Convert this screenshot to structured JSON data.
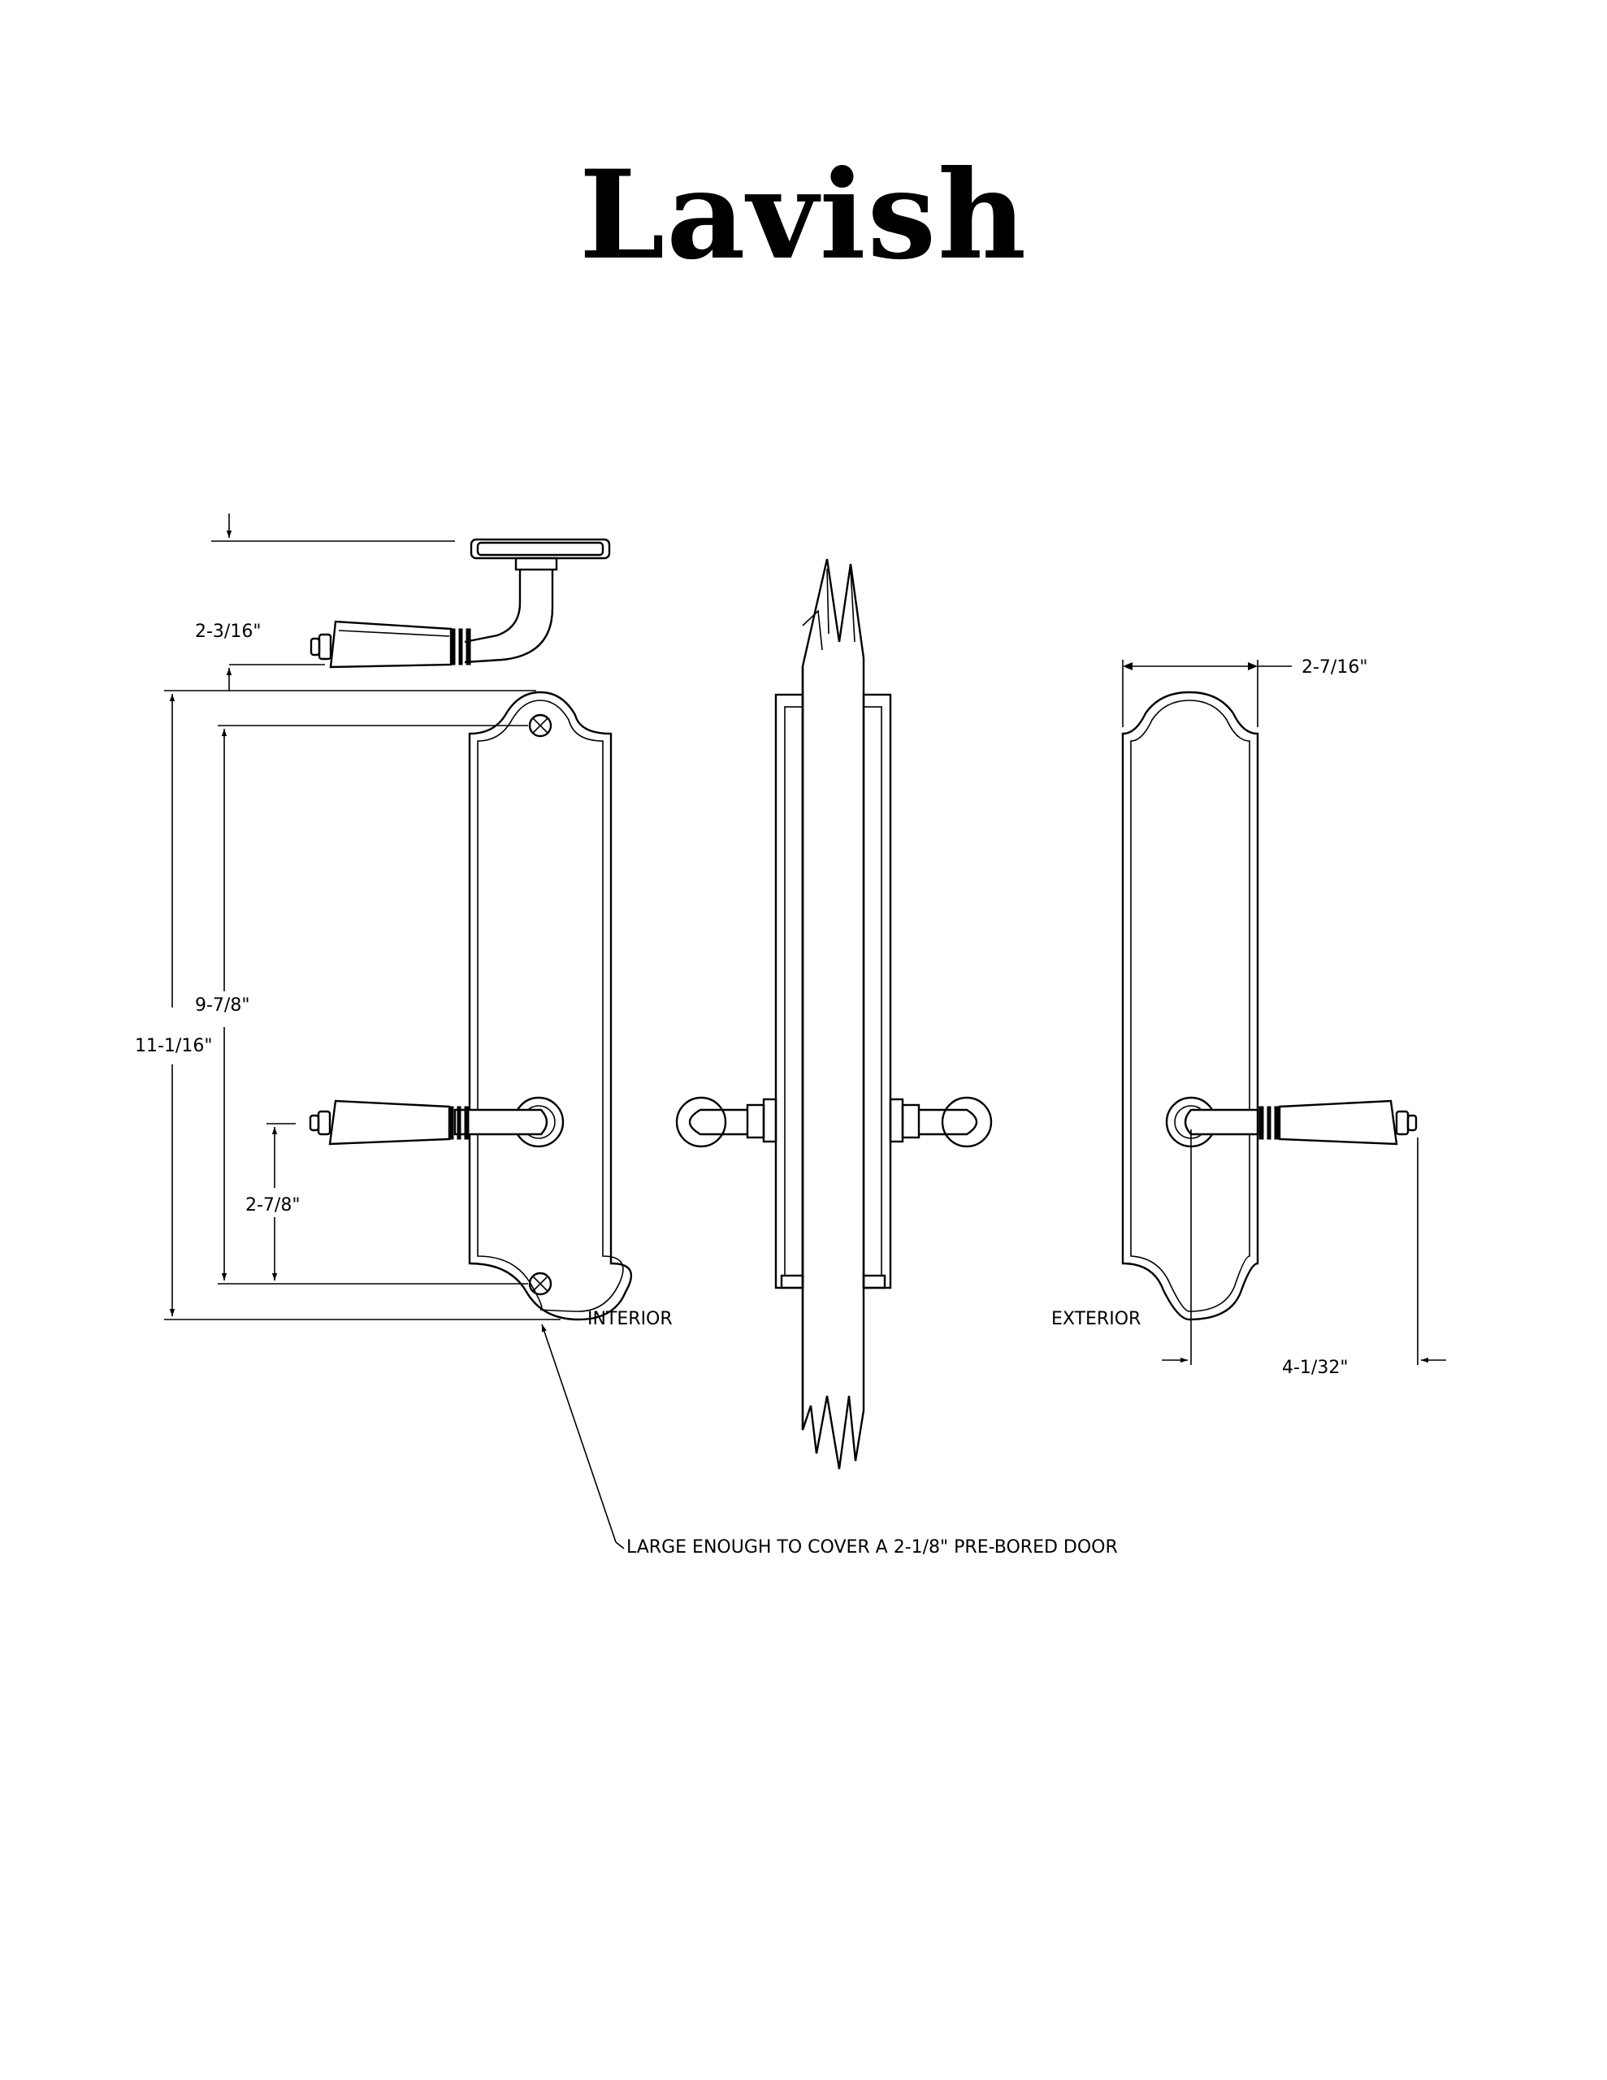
{
  "title": "Lavish",
  "dimensions": {
    "lever_projection": "2-3/16\"",
    "plate_height": "11-1/16\"",
    "screw_spacing": "9-7/8\"",
    "lever_height": "2-7/8\"",
    "plate_width": "2-7/16\"",
    "lever_length": "4-1/32\""
  },
  "labels": {
    "interior": "INTERIOR",
    "exterior": "EXTERIOR",
    "note": "LARGE ENOUGH TO COVER A 2-1/8\" PRE-BORED DOOR"
  },
  "colors": {
    "line": "#000000",
    "background": "#ffffff"
  }
}
